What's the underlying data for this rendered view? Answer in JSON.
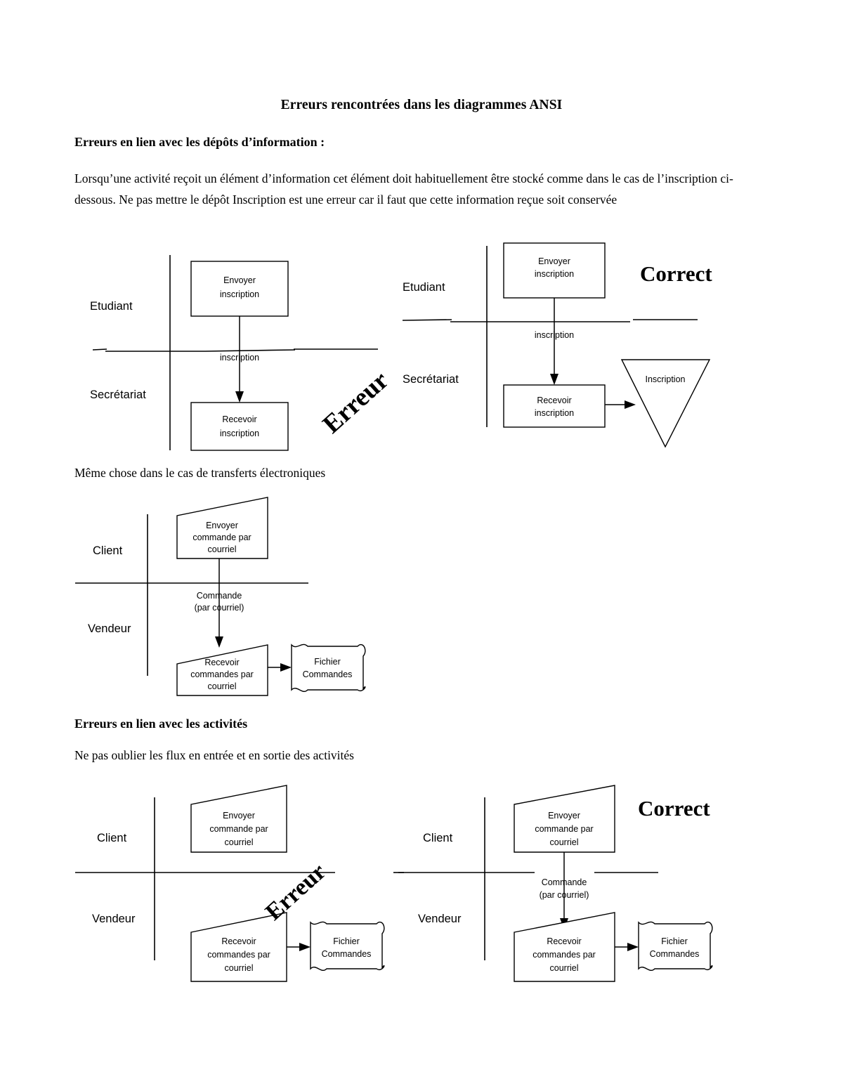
{
  "document": {
    "title": "Erreurs rencontrées dans les diagrammes ANSI",
    "section1_heading": "Erreurs en lien avec les dépôts d’information :",
    "section1_paragraph": "Lorsqu’une activité reçoit un élément d’information cet élément doit habituellement être stocké  comme dans le cas de l’inscription ci-dessous. Ne pas mettre le dépôt Inscription est une erreur car il faut que cette information reçue soit conservée",
    "caption_middle": "Même chose dans le cas de transferts électroniques",
    "section2_heading": "Erreurs en lien avec les activités",
    "section2_paragraph": "Ne pas oublier les flux en entrée et en sortie des activités"
  },
  "labels": {
    "erreur": "Erreur",
    "correct": "Correct"
  },
  "diagram1_erreur": {
    "verdict": "Erreur",
    "lane_top": "Etudiant",
    "lane_bottom": "Secrétariat",
    "activity_top_line1": "Envoyer",
    "activity_top_line2": "inscription",
    "activity_bottom_line1": "Recevoir",
    "activity_bottom_line2": "inscription",
    "flow_label": "inscription"
  },
  "diagram2_correct": {
    "verdict": "Correct",
    "lane_top": "Etudiant",
    "lane_bottom": "Secrétariat",
    "activity_top_line1": "Envoyer",
    "activity_top_line2": "inscription",
    "activity_bottom_line1": "Recevoir",
    "activity_bottom_line2": "inscription",
    "flow_label": "inscription",
    "store_label": "Inscription"
  },
  "diagram3_electronique": {
    "lane_top": "Client",
    "lane_bottom": "Vendeur",
    "activity_top_line1": "Envoyer",
    "activity_top_line2": "commande par",
    "activity_top_line3": "courriel",
    "activity_bottom_line1": "Recevoir",
    "activity_bottom_line2": "commandes par",
    "activity_bottom_line3": "courriel",
    "flow_label_line1": "Commande",
    "flow_label_line2": "(par courriel)",
    "file_line1": "Fichier",
    "file_line2": "Commandes"
  },
  "diagram4_erreur": {
    "verdict": "Erreur",
    "lane_top": "Client",
    "lane_bottom": "Vendeur",
    "activity_top_line1": "Envoyer",
    "activity_top_line2": "commande par",
    "activity_top_line3": "courriel",
    "activity_bottom_line1": "Recevoir",
    "activity_bottom_line2": "commandes par",
    "activity_bottom_line3": "courriel",
    "file_line1": "Fichier",
    "file_line2": "Commandes"
  },
  "diagram5_correct": {
    "verdict": "Correct",
    "lane_top": "Client",
    "lane_bottom": "Vendeur",
    "activity_top_line1": "Envoyer",
    "activity_top_line2": "commande par",
    "activity_top_line3": "courriel",
    "activity_bottom_line1": "Recevoir",
    "activity_bottom_line2": "commandes par",
    "activity_bottom_line3": "courriel",
    "flow_label_line1": "Commande",
    "flow_label_line2": "(par courriel)",
    "file_line1": "Fichier",
    "file_line2": "Commandes"
  },
  "colors": {
    "ink": "#000000",
    "paper": "#ffffff"
  }
}
